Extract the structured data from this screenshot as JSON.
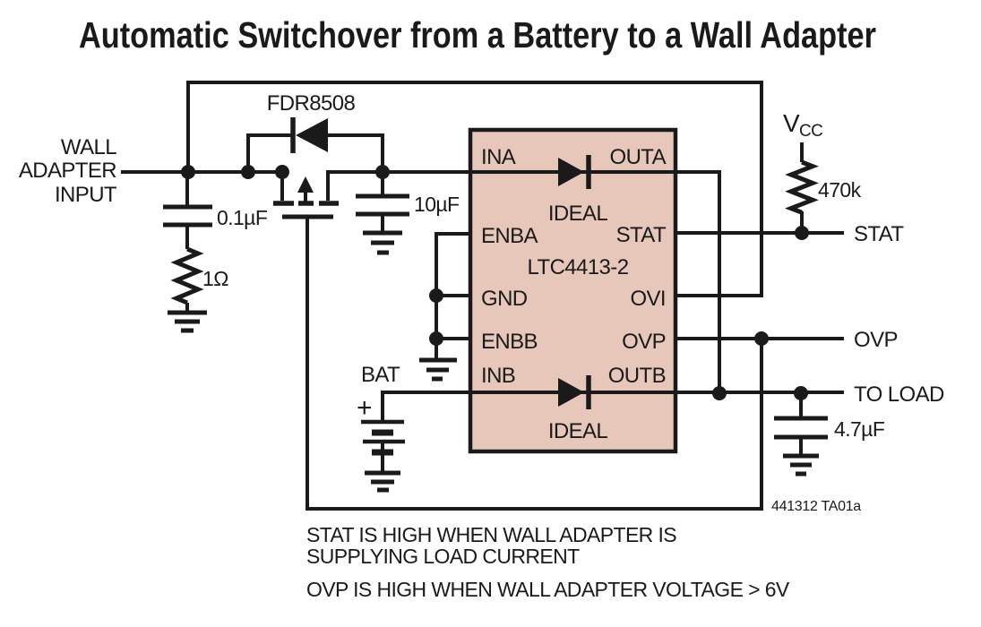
{
  "title": "Automatic Switchover from a Battery to a Wall Adapter",
  "figure_ref": "441312 TA01a",
  "colors": {
    "ink": "#1a1a1a",
    "ic_fill": "#e8c7bb",
    "background": "#ffffff"
  },
  "source": {
    "label_lines": [
      "WALL",
      "ADAPTER",
      "INPUT"
    ]
  },
  "components": {
    "pass_fet": "FDR8508",
    "input_cap": "0.1µF",
    "snub_res": "1Ω",
    "bypass_cap": "10µF",
    "battery": "BAT",
    "battery_plus": "+",
    "pullup_res": "470k",
    "load_cap": "4.7µF"
  },
  "ic": {
    "part": "LTC4413-2",
    "pins_left": [
      "INA",
      "ENBA",
      "GND",
      "ENBB",
      "INB"
    ],
    "pins_right": [
      "OUTA",
      "STAT",
      "OVI",
      "OVP",
      "OUTB"
    ],
    "diode_a": "IDEAL",
    "diode_b": "IDEAL"
  },
  "supplies": {
    "vcc_main": "V",
    "vcc_sub": "CC"
  },
  "outputs": {
    "stat": "STAT",
    "ovp": "OVP",
    "load": "TO LOAD"
  },
  "notes": [
    "STAT IS HIGH WHEN WALL ADAPTER IS",
    "SUPPLYING LOAD CURRENT",
    "OVP IS HIGH WHEN WALL ADAPTER VOLTAGE > 6V"
  ]
}
